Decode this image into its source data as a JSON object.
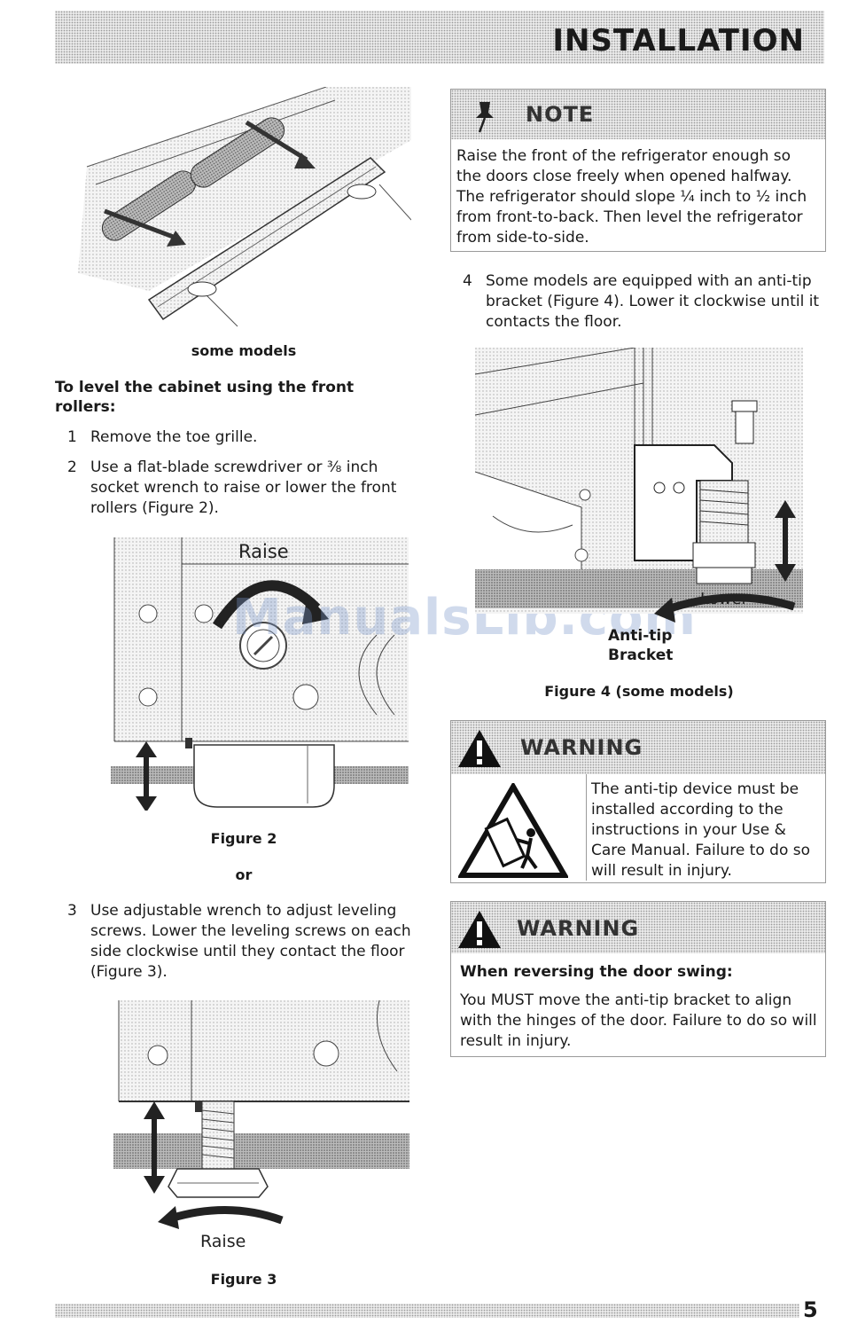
{
  "header": {
    "title": "INSTALLATION"
  },
  "footer": {
    "page_number": "5"
  },
  "figure1": {
    "caption": "some models"
  },
  "level_section": {
    "heading": "To level the cabinet using the front rollers:"
  },
  "steps": [
    {
      "num": "1",
      "text": "Remove the toe grille."
    },
    {
      "num": "2",
      "text": "Use a flat-blade screwdriver or ⅜ inch socket wrench to raise or lower the front rollers (Figure 2)."
    },
    {
      "num": "3",
      "text": "Use adjustable wrench to adjust leveling screws. Lower the leveling screws on each side clockwise until they contact the floor (Figure 3)."
    },
    {
      "num": "4",
      "text": "Some models are equipped with an anti-tip bracket (Figure 4). Lower it clockwise until it contacts the floor."
    }
  ],
  "figure2": {
    "label": "Raise",
    "caption": "Figure 2"
  },
  "or_text": "or",
  "figure3": {
    "label": "Raise",
    "caption": "Figure 3"
  },
  "note": {
    "title": "NOTE",
    "text": "Raise the front of the refrigerator enough so the doors close freely when opened halfway. The refrigerator should slope ¼ inch to ½ inch from front-to-back. Then level the refrigerator from side-to-side."
  },
  "figure4": {
    "lower_label": "Lower",
    "bracket_label_1": "Anti-tip",
    "bracket_label_2": "Bracket",
    "caption": "Figure 4 (some models)"
  },
  "warning1": {
    "title": "WARNING",
    "text": "The anti-tip device must be installed according to the instructions in your Use & Care Manual. Failure to do so will result in injury."
  },
  "warning2": {
    "title": "WARNING",
    "subheading": "When reversing the door swing:",
    "text": "You MUST move the anti-tip bracket to align with the hinges of the door. Failure to do so will result in injury."
  },
  "watermark": "ManualsLib.com",
  "icons": {
    "note": "pushpin-icon",
    "warning": "warning-triangle-icon",
    "tip_hazard": "tip-over-hazard-icon"
  }
}
